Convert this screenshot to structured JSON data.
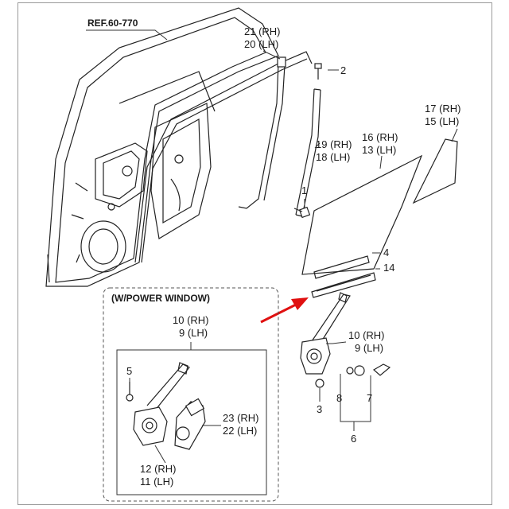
{
  "reference": "REF.60-770",
  "group_title": "(W/POWER WINDOW)",
  "callouts": {
    "p21_20": [
      "21 (RH)",
      "20 (LH)"
    ],
    "p2": "2",
    "p17_15": [
      "17 (RH)",
      "15 (LH)"
    ],
    "p16_13": [
      "16 (RH)",
      "13 (LH)"
    ],
    "p19_18": [
      "19 (RH)",
      "18 (LH)"
    ],
    "p1": "1",
    "p4": "4",
    "p14": "14",
    "p10_9_power": [
      "10 (RH)",
      "9 (LH)"
    ],
    "p10_9_manual": [
      "10 (RH)",
      "9 (LH)"
    ],
    "p5": "5",
    "p23_22": [
      "23 (RH)",
      "22 (LH)"
    ],
    "p12_11": [
      "12 (RH)",
      "11 (LH)"
    ],
    "p8": "8",
    "p7": "7",
    "p3": "3",
    "p6": "6"
  },
  "colors": {
    "arrow": "#e01010",
    "line": "#333333",
    "frame": "#9a9a9a"
  }
}
